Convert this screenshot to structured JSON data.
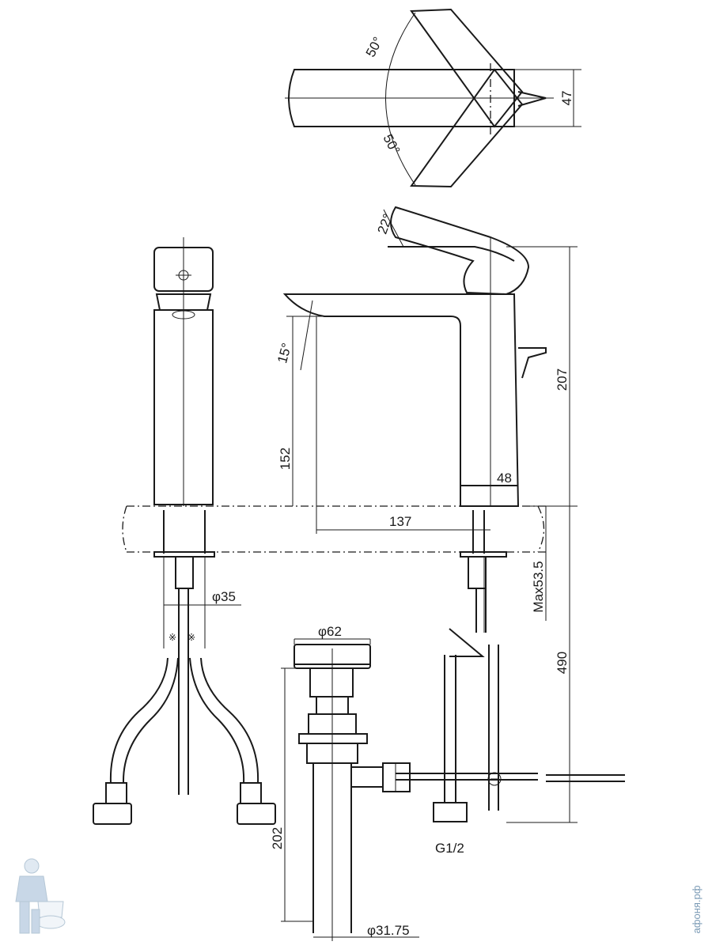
{
  "labels": {
    "angle_top_upper": "50°",
    "angle_top_lower": "50°",
    "angle_handle": "22°",
    "angle_spout": "15°",
    "dim_width_top": "47",
    "dim_height_total": "207",
    "dim_spout_height": "152",
    "dim_base": "48",
    "dim_reach": "137",
    "dim_max_counter": "Max53.5",
    "dim_hose_length": "490",
    "dim_shank_dia": "φ35",
    "dim_drain_top": "φ62",
    "dim_drain_length": "202",
    "dim_drain_pipe": "φ31.75",
    "thread_label": "G1/2"
  },
  "watermark": {
    "site_text": "афоня.рф"
  },
  "colors": {
    "line": "#1a1a1a",
    "watermark": "#7a9ab5"
  }
}
